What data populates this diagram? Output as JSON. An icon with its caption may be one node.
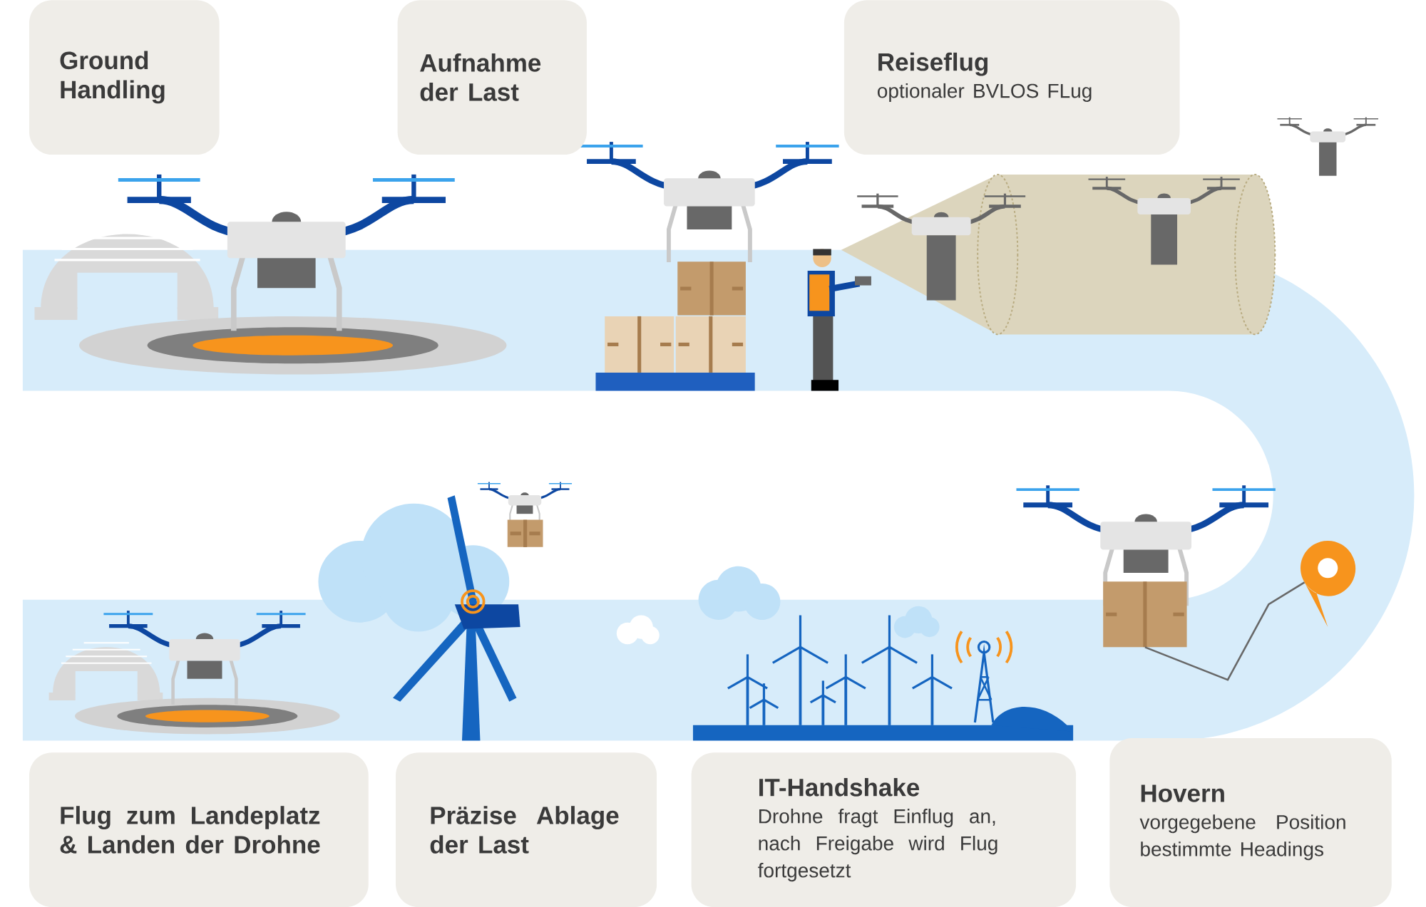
{
  "diagram": {
    "nodes": [
      {
        "text": [
          "Ground Handling"
        ]
      },
      {
        "text": [
          "Aufnahme der Last"
        ]
      },
      {
        "text": [
          "Reiseflug",
          "optionaler BVLOS FLug"
        ]
      },
      {
        "text": [
          "Flug zum Landeplatz & Landen der Drohne"
        ]
      },
      {
        "text": [
          "Präzise Ablage der Last"
        ]
      },
      {
        "text": [
          "IT-Handshake",
          "Drohne fragt Einflug an, nach Freigabe wird Flug fortgesetzt"
        ]
      },
      {
        "text": [
          "Hovern",
          "vorgegebene Position bestimmte Headings"
        ]
      },
      {
        "text": [],
        "shape": "box"
      },
      {
        "text": [],
        "shape": "pin"
      }
    ],
    "edges": [
      {
        "from": 7,
        "to": 8,
        "arrow": "none"
      }
    ]
  }
}
